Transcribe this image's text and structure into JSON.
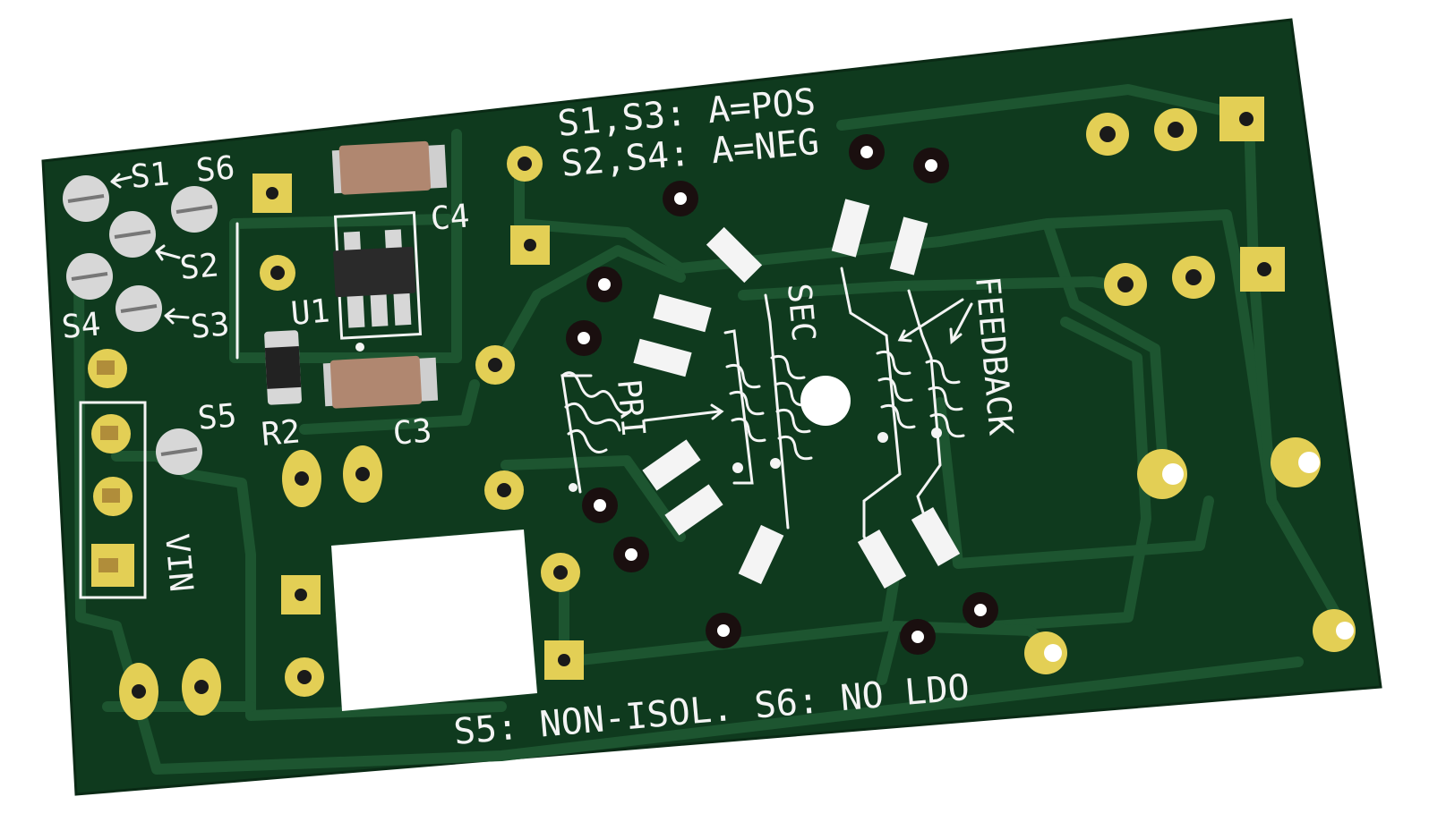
{
  "colors": {
    "board": "#0f3a1e",
    "board_edge": "#0a2a15",
    "copper": "#1d5530",
    "silkscreen": "#f4f4f4",
    "pad_gold": "#e3cf55",
    "pad_silver": "#d7d7d7",
    "hole": "#1a0f0f",
    "cap_body": "#b08770",
    "sot_body": "#2a2a2a"
  },
  "silkscreen": {
    "note_line1": "S1,S3: A=POS",
    "note_line2": "S2,S4: A=NEG",
    "footer": "S5: NON-ISOL. S6: NO LDO",
    "labels": {
      "s1": "S1",
      "s6": "S6",
      "s2": "S2",
      "s3": "S3",
      "s4": "S4",
      "s5": "S5",
      "c4": "C4",
      "c3": "C3",
      "u1": "U1",
      "r2": "R2",
      "vin": "VIN",
      "pri": "PRI",
      "sec": "SEC",
      "feedback": "FEEDBACK"
    }
  },
  "components": [
    {
      "ref": "S1",
      "kind": "solder-jumper"
    },
    {
      "ref": "S2",
      "kind": "solder-jumper"
    },
    {
      "ref": "S3",
      "kind": "solder-jumper"
    },
    {
      "ref": "S4",
      "kind": "solder-jumper"
    },
    {
      "ref": "S5",
      "kind": "solder-jumper"
    },
    {
      "ref": "S6",
      "kind": "solder-jumper"
    },
    {
      "ref": "C3",
      "kind": "capacitor"
    },
    {
      "ref": "C4",
      "kind": "capacitor"
    },
    {
      "ref": "U1",
      "kind": "sot-23-5"
    },
    {
      "ref": "R2",
      "kind": "resistor"
    },
    {
      "ref": "VIN",
      "kind": "3-pin-header"
    }
  ]
}
